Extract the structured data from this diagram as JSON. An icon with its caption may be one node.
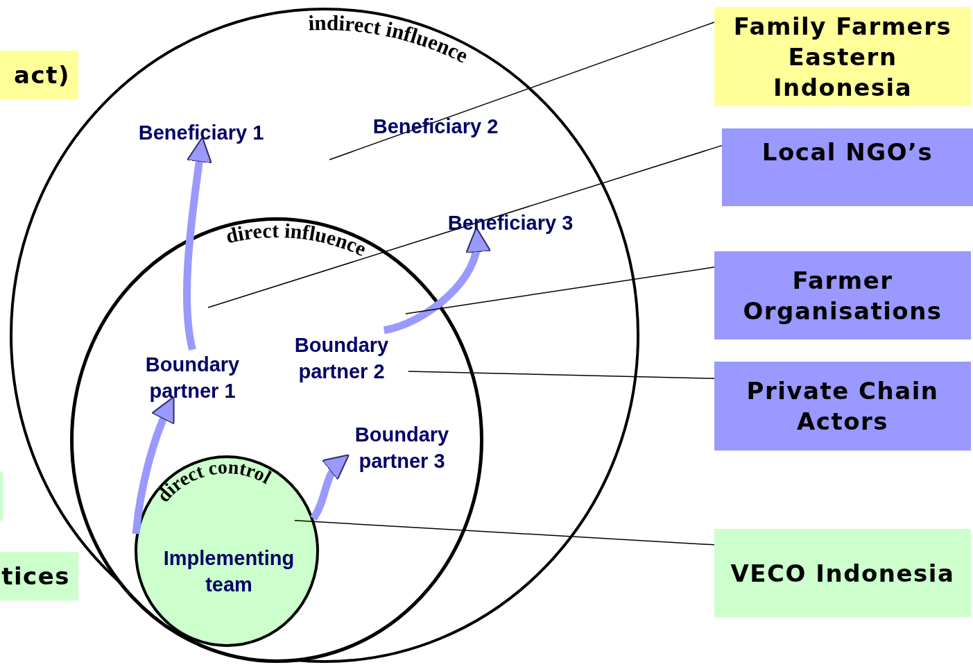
{
  "diagram": {
    "nodes": [
      {
        "text": [
          "indirect influence"
        ]
      },
      {
        "text": [
          "Beneficiary 1"
        ],
        "in": 0
      },
      {
        "text": [
          "Beneficiary 2"
        ],
        "in": 0
      },
      {
        "text": [
          "Beneficiary 3"
        ],
        "in": 0
      },
      {
        "text": [
          "direct influence"
        ],
        "in": 0
      },
      {
        "text": [
          "Boundary partner 1"
        ],
        "in": 4
      },
      {
        "text": [
          "Boundary partner 2"
        ],
        "in": 4
      },
      {
        "text": [
          "Boundary partner 3"
        ],
        "in": 4
      },
      {
        "text": [
          "direct control",
          "Implementing team"
        ],
        "in": 4
      },
      {
        "text": [
          "Family Farmers Eastern Indonesia"
        ]
      },
      {
        "text": [
          "Local NGO’s"
        ]
      },
      {
        "text": [
          "Farmer Organisations"
        ]
      },
      {
        "text": [
          "Private Chain Actors"
        ]
      },
      {
        "text": [
          "VECO Indonesia"
        ]
      },
      {
        "text": [
          "act)"
        ]
      },
      {
        "text": [],
        "shape": "box"
      },
      {
        "text": [
          "tices"
        ]
      }
    ],
    "edges": [
      {
        "from": 8,
        "to": 5,
        "arrow": "to",
        "style": "thick",
        "color": "#9999ff"
      },
      {
        "from": 8,
        "to": 7,
        "arrow": "to",
        "style": "thick",
        "color": "#9999ff"
      },
      {
        "from": 5,
        "to": 1,
        "arrow": "to",
        "style": "thick",
        "color": "#9999ff"
      },
      {
        "from": 6,
        "to": 3,
        "arrow": "to",
        "style": "thick",
        "color": "#9999ff"
      },
      {
        "from": 9,
        "to": 0,
        "arrow": "none"
      },
      {
        "from": 10,
        "to": 4,
        "arrow": "none"
      },
      {
        "from": 11,
        "to": 4,
        "arrow": "none"
      },
      {
        "from": 12,
        "to": 6,
        "arrow": "none"
      },
      {
        "from": 13,
        "to": 8,
        "arrow": "none"
      }
    ]
  }
}
